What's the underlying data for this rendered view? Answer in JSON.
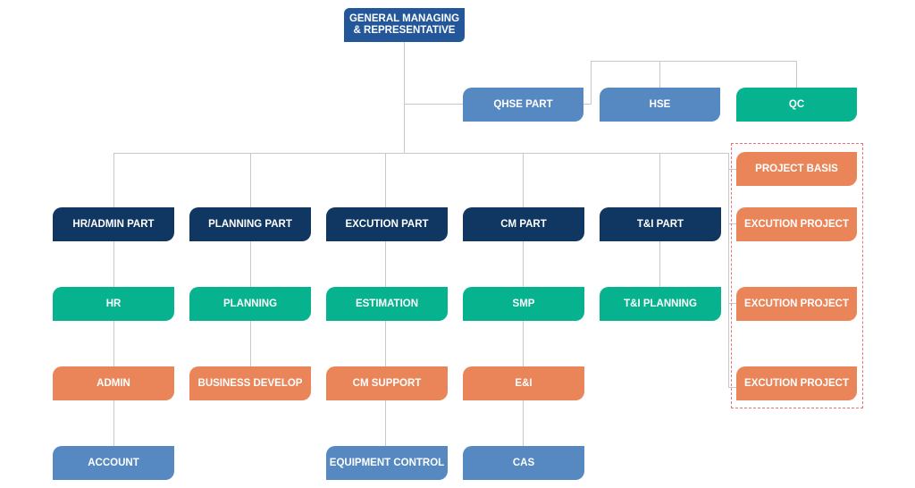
{
  "top": {
    "label": "GENERAL MANAGING & REPRESENTATIVE"
  },
  "staff": [
    "QHSE PART",
    "HSE",
    "QC"
  ],
  "columns": [
    {
      "part": "HR/ADMIN PART",
      "items": [
        "HR",
        "ADMIN",
        "ACCOUNT"
      ]
    },
    {
      "part": "PLANNING PART",
      "items": [
        "PLANNING",
        "BUSINESS DEVELOP"
      ]
    },
    {
      "part": "EXCUTION PART",
      "items": [
        "ESTIMATION",
        "CM SUPPORT",
        "EQUIPMENT CONTROL"
      ]
    },
    {
      "part": "CM PART",
      "items": [
        "SMP",
        "E&I",
        "CAS"
      ]
    },
    {
      "part": "T&I PART",
      "items": [
        "T&I PLANNING"
      ]
    }
  ],
  "projects": [
    "PROJECT BASIS",
    "EXCUTION PROJECT",
    "EXCUTION PROJECT",
    "EXCUTION PROJECT"
  ],
  "colors": {
    "navy": "#0f3761",
    "top_blue": "#24579a",
    "light_blue": "#5689c1",
    "green": "#06b38e",
    "orange": "#e98558",
    "connector": "#c8c8c8",
    "dashed_border": "#e8737a"
  }
}
